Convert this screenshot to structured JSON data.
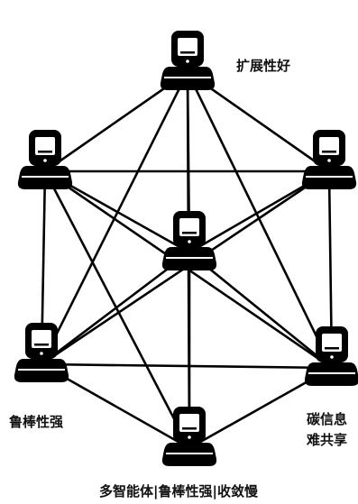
{
  "labels": {
    "top": "扩展性好",
    "left": "鲁棒性强",
    "right_line1": "碳信息",
    "right_line2": "难共享",
    "bottom": "多智能体|鲁棒性强|收敛慢"
  },
  "colors": {
    "node": "#000000",
    "edge": "#000000",
    "text": "#111111",
    "background": "#ffffff"
  },
  "nodes": [
    {
      "id": "node-top",
      "icon": "computer-node-icon"
    },
    {
      "id": "node-upper-left",
      "icon": "computer-node-icon"
    },
    {
      "id": "node-upper-right",
      "icon": "computer-node-icon"
    },
    {
      "id": "node-center",
      "icon": "computer-node-icon"
    },
    {
      "id": "node-lower-left",
      "icon": "computer-node-icon"
    },
    {
      "id": "node-lower-right",
      "icon": "computer-node-icon"
    },
    {
      "id": "node-bottom",
      "icon": "computer-node-icon"
    }
  ],
  "edges": [
    [
      "node-top",
      "node-upper-left"
    ],
    [
      "node-top",
      "node-upper-right"
    ],
    [
      "node-top",
      "node-center"
    ],
    [
      "node-top",
      "node-lower-left"
    ],
    [
      "node-top",
      "node-lower-right"
    ],
    [
      "node-top",
      "node-bottom"
    ],
    [
      "node-upper-left",
      "node-upper-right"
    ],
    [
      "node-upper-left",
      "node-center"
    ],
    [
      "node-upper-left",
      "node-lower-left"
    ],
    [
      "node-upper-left",
      "node-lower-right"
    ],
    [
      "node-upper-left",
      "node-bottom"
    ],
    [
      "node-upper-right",
      "node-center"
    ],
    [
      "node-upper-right",
      "node-lower-left"
    ],
    [
      "node-upper-right",
      "node-lower-right"
    ],
    [
      "node-center",
      "node-lower-left"
    ],
    [
      "node-center",
      "node-lower-right"
    ],
    [
      "node-center",
      "node-bottom"
    ],
    [
      "node-lower-left",
      "node-lower-right"
    ],
    [
      "node-lower-left",
      "node-bottom"
    ],
    [
      "node-lower-right",
      "node-bottom"
    ]
  ]
}
